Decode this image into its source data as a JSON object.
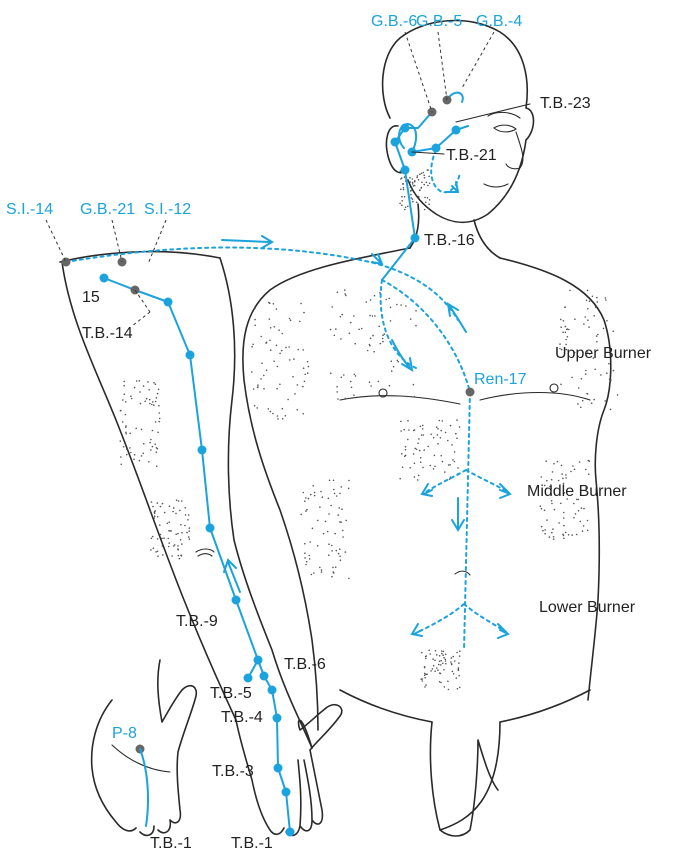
{
  "colors": {
    "channel": "#1aa3dc",
    "outline": "#2a2a2a",
    "marker": "#666666"
  },
  "labels": {
    "gb6": "G.B.-6",
    "gb5": "G.B.-5",
    "gb4": "G.B.-4",
    "tb23": "T.B.-23",
    "tb21": "T.B.-21",
    "si14": "S.I.-14",
    "gb21": "G.B.-21",
    "si12": "S.I.-12",
    "tb16": "T.B.-16",
    "n15": "15",
    "tb14": "T.B.-14",
    "upper_burner": "Upper Burner",
    "ren17": "Ren-17",
    "middle_burner": "Middle Burner",
    "lower_burner": "Lower Burner",
    "tb9": "T.B.-9",
    "tb6": "T.B.-6",
    "tb5": "T.B.-5",
    "tb4": "T.B.-4",
    "p8": "P-8",
    "tb3": "T.B.-3",
    "tb1_left": "T.B.-1",
    "tb1_right": "T.B.-1"
  }
}
